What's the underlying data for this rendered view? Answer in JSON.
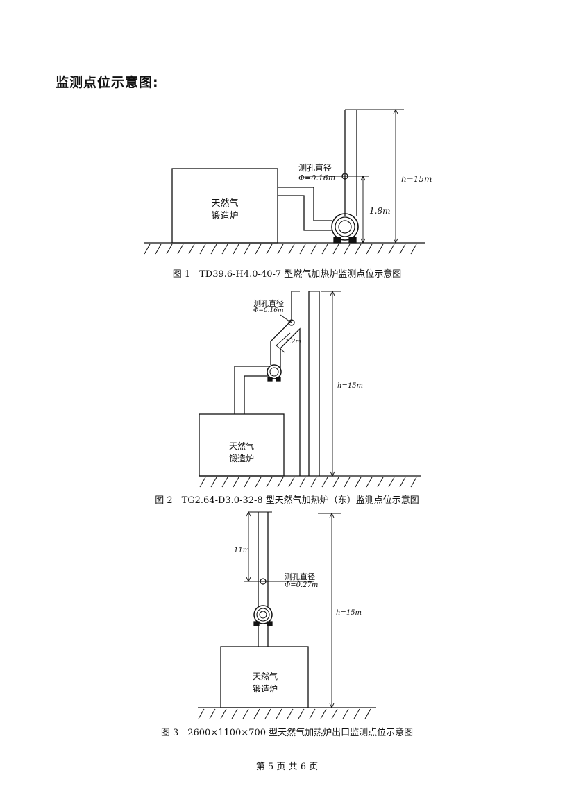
{
  "page": {
    "title": "监测点位示意图:",
    "footer": "第 5 页 共 6 页"
  },
  "figures": [
    {
      "caption": "图 1　TD39.6-H4.0-40-7 型燃气加热炉监测点位示意图",
      "furnace_line1": "天然气",
      "furnace_line2": "锻造炉",
      "hole_label": "测孔直径",
      "hole_diameter": "Φ=0.16m",
      "hole_height": "1.8m",
      "stack_height": "h=15m"
    },
    {
      "caption": "图 2　TG2.64-D3.0-32-8 型天然气加热炉（东）监测点位示意图",
      "furnace_line1": "天然气",
      "furnace_line2": "锻造炉",
      "hole_label": "测孔直径",
      "hole_diameter": "Φ=0.16m",
      "hole_distance": "1.2m",
      "stack_height": "h=15m"
    },
    {
      "caption": "图 3　2600×1100×700 型天然气加热炉出口监测点位示意图",
      "furnace_line1": "天然气",
      "furnace_line2": "锻造炉",
      "hole_label": "测孔直径",
      "hole_diameter": "Φ=0.27m",
      "hole_depth": "11m",
      "stack_height": "h=15m"
    }
  ]
}
